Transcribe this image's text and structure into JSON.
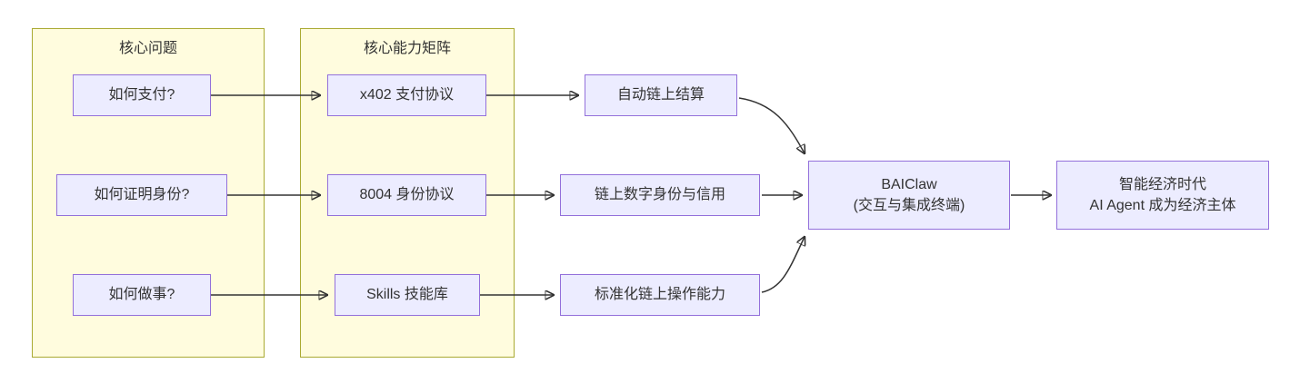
{
  "diagram": {
    "type": "flowchart",
    "clusters": [
      {
        "title": "核心问题"
      },
      {
        "title": "核心能力矩阵"
      }
    ],
    "nodes": {
      "q_pay": {
        "label": "如何支付?"
      },
      "q_id": {
        "label": "如何证明身份?"
      },
      "q_do": {
        "label": "如何做事?"
      },
      "c_x402": {
        "label": "x402 支付协议"
      },
      "c_8004": {
        "label": "8004 身份协议"
      },
      "c_skills": {
        "label": "Skills 技能库"
      },
      "o_settle": {
        "label": "自动链上结算"
      },
      "o_ident": {
        "label": "链上数字身份与信用"
      },
      "o_ops": {
        "label": "标准化链上操作能力"
      },
      "hub": {
        "line1": "BAIClaw",
        "line2": "(交互与集成终端)"
      },
      "result": {
        "line1": "智能经济时代",
        "line2": "AI Agent 成为经济主体"
      }
    },
    "edges": [
      {
        "from": "如何支付?",
        "to": "x402 支付协议"
      },
      {
        "from": "如何证明身份?",
        "to": "8004 身份协议"
      },
      {
        "from": "如何做事?",
        "to": "Skills 技能库"
      },
      {
        "from": "x402 支付协议",
        "to": "自动链上结算"
      },
      {
        "from": "8004 身份协议",
        "to": "链上数字身份与信用"
      },
      {
        "from": "Skills 技能库",
        "to": "标准化链上操作能力"
      },
      {
        "from": "自动链上结算",
        "to": "BAIClaw (交互与集成终端)"
      },
      {
        "from": "链上数字身份与信用",
        "to": "BAIClaw (交互与集成终端)"
      },
      {
        "from": "标准化链上操作能力",
        "to": "BAIClaw (交互与集成终端)"
      },
      {
        "from": "BAIClaw (交互与集成终端)",
        "to": "智能经济时代 AI Agent 成为经济主体"
      }
    ],
    "colors": {
      "node_fill": "#ececff",
      "node_border": "#9370db",
      "cluster_fill": "#fffcde",
      "cluster_border": "#aaaa33",
      "arrow": "#333333",
      "background": "#ffffff"
    }
  }
}
